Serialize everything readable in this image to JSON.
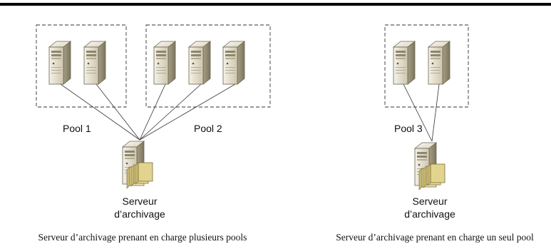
{
  "pools": {
    "pool1": {
      "label": "Pool 1",
      "server_count": 2
    },
    "pool2": {
      "label": "Pool 2",
      "server_count": 3
    },
    "pool3": {
      "label": "Pool 3",
      "server_count": 2
    }
  },
  "archive_servers": {
    "left": {
      "label_line1": "Serveur",
      "label_line2": "d’archivage"
    },
    "right": {
      "label_line1": "Serveur",
      "label_line2": "d’archivage"
    }
  },
  "captions": {
    "left": "Serveur d’archivage prenant en charge plusieurs pools",
    "right": "Serveur d’archivage prenant en charge un seul pool"
  },
  "icons": {
    "pool_server": "tower-server-icon",
    "archive_server": "archive-server-icon"
  },
  "colors": {
    "top_rule": "#000000",
    "server_body": "#d9d2bd",
    "server_shade": "#9c9379",
    "folder": "#e8dca2"
  }
}
